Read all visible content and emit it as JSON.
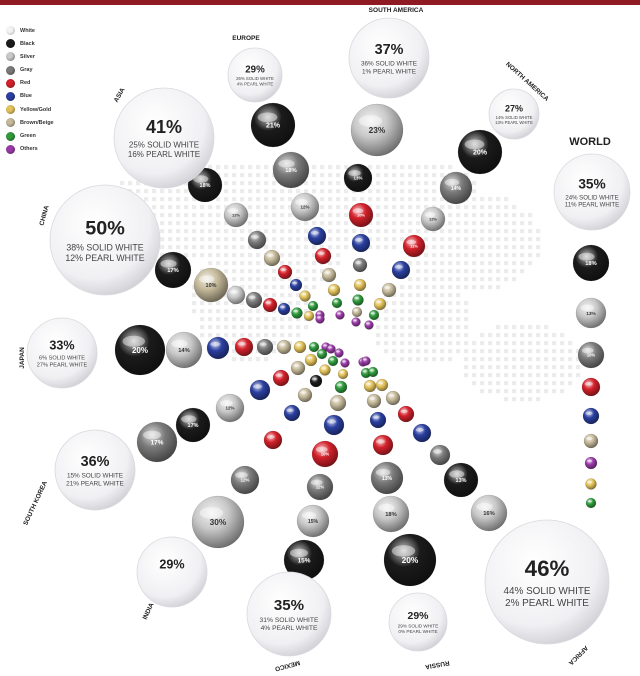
{
  "colors": {
    "White": "#f4f4f4",
    "Black": "#1b1b1b",
    "Silver": "#c9c9c9",
    "Gray": "#7b7b7b",
    "Red": "#d3202a",
    "Blue": "#2a3fa0",
    "Yellow/Gold": "#e3c35b",
    "Brown/Beige": "#c6ba9b",
    "Green": "#2f9a3c",
    "Others": "#9a3aa8"
  },
  "legend": [
    "White",
    "Black",
    "Silver",
    "Gray",
    "Red",
    "Blue",
    "Yellow/Gold",
    "Brown/Beige",
    "Green",
    "Others"
  ],
  "chart_data": {
    "type": "bubble",
    "regions": [
      {
        "name": "SOUTH AMERICA",
        "white": {
          "total": "37%",
          "solid": "36% SOLID WHITE",
          "pearl": "1% PEARL WHITE"
        },
        "values": [
          {
            "color": "Silver",
            "label": "23%"
          },
          {
            "color": "Black",
            "label": "13%"
          },
          {
            "color": "Red",
            "label": "10%"
          },
          {
            "color": "Blue",
            "label": ""
          },
          {
            "color": "Gray",
            "label": ""
          },
          {
            "color": "Yellow/Gold",
            "label": ""
          },
          {
            "color": "Green",
            "label": ""
          },
          {
            "color": "Brown/Beige",
            "label": ""
          },
          {
            "color": "Others",
            "label": ""
          }
        ]
      },
      {
        "name": "NORTH AMERICA",
        "white": {
          "total": "27%",
          "solid": "14% SOLID WHITE",
          "pearl": "13% PEARL WHITE"
        },
        "values": [
          {
            "color": "Black",
            "label": "20%"
          },
          {
            "color": "Gray",
            "label": "14%"
          },
          {
            "color": "Silver",
            "label": "12%"
          },
          {
            "color": "Red",
            "label": "11%"
          },
          {
            "color": "Blue",
            "label": ""
          },
          {
            "color": "Brown/Beige",
            "label": ""
          },
          {
            "color": "Yellow/Gold",
            "label": ""
          },
          {
            "color": "Green",
            "label": ""
          },
          {
            "color": "Others",
            "label": ""
          }
        ]
      },
      {
        "name": "EUROPE",
        "white": {
          "total": "29%",
          "solid": "26% SOLID WHITE",
          "pearl": "4% PEARL WHITE"
        },
        "values": [
          {
            "color": "Black",
            "label": "21%"
          },
          {
            "color": "Gray",
            "label": "18%"
          },
          {
            "color": "Silver",
            "label": "12%"
          },
          {
            "color": "Blue",
            "label": ""
          },
          {
            "color": "Red",
            "label": ""
          },
          {
            "color": "Brown/Beige",
            "label": ""
          },
          {
            "color": "Yellow/Gold",
            "label": ""
          },
          {
            "color": "Green",
            "label": ""
          },
          {
            "color": "Others",
            "label": ""
          }
        ]
      },
      {
        "name": "ASIA",
        "white": {
          "total": "41%",
          "solid": "25% SOLID WHITE",
          "pearl": "16% PEARL WHITE"
        },
        "values": [
          {
            "color": "Black",
            "label": "18%"
          },
          {
            "color": "Silver",
            "label": "12%"
          },
          {
            "color": "Gray",
            "label": ""
          },
          {
            "color": "Brown/Beige",
            "label": ""
          },
          {
            "color": "Red",
            "label": ""
          },
          {
            "color": "Blue",
            "label": ""
          },
          {
            "color": "Yellow/Gold",
            "label": ""
          },
          {
            "color": "Green",
            "label": ""
          },
          {
            "color": "Others",
            "label": ""
          }
        ]
      },
      {
        "name": "CHINA",
        "white": {
          "total": "50%",
          "solid": "38% SOLID WHITE",
          "pearl": "12% PEARL WHITE"
        },
        "values": [
          {
            "color": "Black",
            "label": "17%"
          },
          {
            "color": "Brown/Beige",
            "label": "10%"
          },
          {
            "color": "Silver",
            "label": ""
          },
          {
            "color": "Gray",
            "label": ""
          },
          {
            "color": "Red",
            "label": ""
          },
          {
            "color": "Blue",
            "label": ""
          },
          {
            "color": "Green",
            "label": ""
          },
          {
            "color": "Yellow/Gold",
            "label": ""
          },
          {
            "color": "Others",
            "label": ""
          }
        ]
      },
      {
        "name": "JAPAN",
        "white": {
          "total": "33%",
          "solid": "6% SOLID WHITE",
          "pearl": "27% PEARL WHITE"
        },
        "values": [
          {
            "color": "Black",
            "label": "20%"
          },
          {
            "color": "Silver",
            "label": "14%"
          },
          {
            "color": "Blue",
            "label": ""
          },
          {
            "color": "Red",
            "label": ""
          },
          {
            "color": "Gray",
            "label": ""
          },
          {
            "color": "Brown/Beige",
            "label": ""
          },
          {
            "color": "Yellow/Gold",
            "label": ""
          },
          {
            "color": "Green",
            "label": ""
          },
          {
            "color": "Others",
            "label": ""
          }
        ]
      },
      {
        "name": "SOUTH KOREA",
        "white": {
          "total": "36%",
          "solid": "15% SOLID WHITE",
          "pearl": "21% PEARL WHITE"
        },
        "values": [
          {
            "color": "Gray",
            "label": "17%"
          },
          {
            "color": "Black",
            "label": "17%"
          },
          {
            "color": "Silver",
            "label": "12%"
          },
          {
            "color": "Blue",
            "label": ""
          },
          {
            "color": "Red",
            "label": ""
          },
          {
            "color": "Brown/Beige",
            "label": ""
          },
          {
            "color": "Yellow/Gold",
            "label": ""
          },
          {
            "color": "Green",
            "label": ""
          },
          {
            "color": "Others",
            "label": ""
          }
        ]
      },
      {
        "name": "INDIA",
        "white": {
          "total": "29%",
          "solid": "",
          "pearl": ""
        },
        "values": [
          {
            "color": "Silver",
            "label": "30%"
          },
          {
            "color": "Gray",
            "label": "12%"
          },
          {
            "color": "Red",
            "label": ""
          },
          {
            "color": "Blue",
            "label": ""
          },
          {
            "color": "Brown/Beige",
            "label": ""
          },
          {
            "color": "Black",
            "label": ""
          },
          {
            "color": "Yellow/Gold",
            "label": ""
          },
          {
            "color": "Green",
            "label": ""
          },
          {
            "color": "Others",
            "label": ""
          }
        ]
      },
      {
        "name": "MEXICO",
        "white": {
          "total": "35%",
          "solid": "31% SOLID WHITE",
          "pearl": "4% PEARL WHITE"
        },
        "values": [
          {
            "color": "Black",
            "label": "15%"
          },
          {
            "color": "Silver",
            "label": "15%"
          },
          {
            "color": "Gray",
            "label": "12%"
          },
          {
            "color": "Red",
            "label": "10%"
          },
          {
            "color": "Blue",
            "label": ""
          },
          {
            "color": "Brown/Beige",
            "label": ""
          },
          {
            "color": "Green",
            "label": ""
          },
          {
            "color": "Yellow/Gold",
            "label": ""
          },
          {
            "color": "Others",
            "label": ""
          }
        ]
      },
      {
        "name": "RUSSIA",
        "white": {
          "total": "29%",
          "solid": "29% SOLID WHITE",
          "pearl": "0% PEARL WHITE"
        },
        "values": [
          {
            "color": "Black",
            "label": "20%"
          },
          {
            "color": "Silver",
            "label": "18%"
          },
          {
            "color": "Gray",
            "label": "13%"
          },
          {
            "color": "Red",
            "label": ""
          },
          {
            "color": "Blue",
            "label": ""
          },
          {
            "color": "Brown/Beige",
            "label": ""
          },
          {
            "color": "Yellow/Gold",
            "label": ""
          },
          {
            "color": "Green",
            "label": ""
          },
          {
            "color": "Others",
            "label": ""
          }
        ]
      },
      {
        "name": "AFRICA",
        "white": {
          "total": "46%",
          "solid": "44% SOLID WHITE",
          "pearl": "2% PEARL WHITE"
        },
        "values": [
          {
            "color": "Silver",
            "label": "16%"
          },
          {
            "color": "Black",
            "label": "13%"
          },
          {
            "color": "Gray",
            "label": ""
          },
          {
            "color": "Blue",
            "label": ""
          },
          {
            "color": "Red",
            "label": ""
          },
          {
            "color": "Brown/Beige",
            "label": ""
          },
          {
            "color": "Yellow/Gold",
            "label": ""
          },
          {
            "color": "Green",
            "label": ""
          },
          {
            "color": "Others",
            "label": ""
          }
        ]
      }
    ],
    "world": {
      "name": "WORLD",
      "white": {
        "total": "35%",
        "solid": "24% SOLID WHITE",
        "pearl": "11% PEARL WHITE"
      },
      "values": [
        {
          "color": "Black",
          "label": "18%"
        },
        {
          "color": "Silver",
          "label": "13%"
        },
        {
          "color": "Gray",
          "label": "10%"
        },
        {
          "color": "Red",
          "label": ""
        },
        {
          "color": "Blue",
          "label": ""
        },
        {
          "color": "Brown/Beige",
          "label": ""
        },
        {
          "color": "Others",
          "label": ""
        },
        {
          "color": "Yellow/Gold",
          "label": ""
        },
        {
          "color": "Green",
          "label": ""
        }
      ]
    }
  }
}
